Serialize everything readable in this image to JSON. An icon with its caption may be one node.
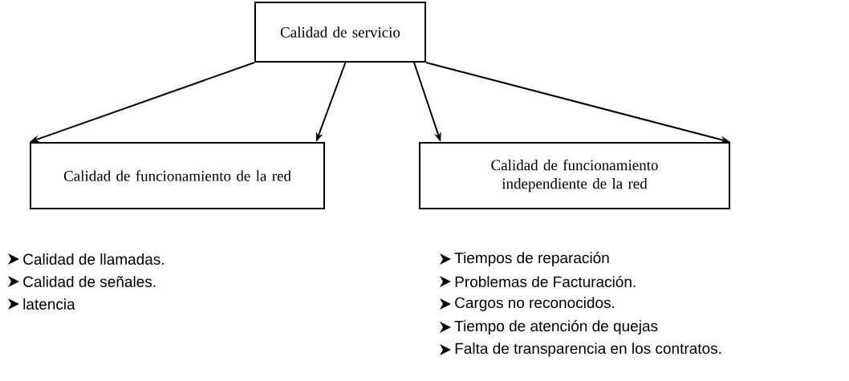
{
  "diagram": {
    "nodes": [
      {
        "text": [
          "Calidad de servicio"
        ]
      },
      {
        "text": [
          "Calidad de funcionamiento de la red"
        ]
      },
      {
        "text": [
          "Calidad de funcionamiento independiente de la red"
        ]
      }
    ],
    "edges": [
      {
        "from": 0,
        "to": 1,
        "arrow": "to"
      },
      {
        "from": 0,
        "to": 1,
        "arrow": "to"
      },
      {
        "from": 0,
        "to": 2,
        "arrow": "to"
      },
      {
        "from": 0,
        "to": 2,
        "arrow": "to"
      }
    ],
    "labels": [
      "Calidad de llamadas.",
      "Tiempos de reparación",
      "Calidad de señales.",
      "Problemas de Facturación.",
      "latencia",
      "Cargos no reconocidos.",
      "Tiempo de atención de quejas",
      "Falta de transparencia en los contratos."
    ]
  }
}
